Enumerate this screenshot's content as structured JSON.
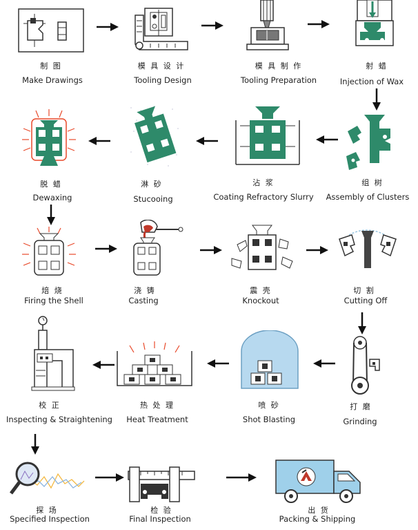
{
  "steps": [
    {
      "cn": "制   图",
      "en": "Make Drawings"
    },
    {
      "cn": "模 具 设 计",
      "en": "Tooling Design"
    },
    {
      "cn": "模  具  制  作",
      "en": "Tooling Preparation"
    },
    {
      "cn": "射     蜡",
      "en": "Injection of Wax"
    },
    {
      "cn": "组   树",
      "en": "Assembly of Clusters"
    },
    {
      "cn": "沾 浆",
      "en": "Coating Refractory Slurry"
    },
    {
      "cn": "淋  砂",
      "en": "Stucooing"
    },
    {
      "cn": "脱  蜡",
      "en": "Dewaxing"
    },
    {
      "cn": "焙 烧",
      "en": "Firing the Shell"
    },
    {
      "cn": "浇 铸",
      "en": "Casting"
    },
    {
      "cn": "震 壳",
      "en": "Knockout"
    },
    {
      "cn": "切 割",
      "en": "Cutting Off"
    },
    {
      "cn": "打 磨",
      "en": "Grinding"
    },
    {
      "cn": "喷 砂",
      "en": "Shot Blasting"
    },
    {
      "cn": "热 处 理",
      "en": "Heat Treatment"
    },
    {
      "cn": "校   正",
      "en": "Inspecting & Straightening"
    },
    {
      "cn": "探 场",
      "en": "Specified Inspection"
    },
    {
      "cn": "检 验",
      "en": "Final Inspection"
    },
    {
      "cn": "出 货",
      "en": "Packing & Shipping"
    }
  ],
  "colors": {
    "green": "#2e8a6a",
    "line": "#333333",
    "heat": "#e8492a",
    "truck": "#9fd0ea",
    "blast": "#b7d9ef"
  }
}
